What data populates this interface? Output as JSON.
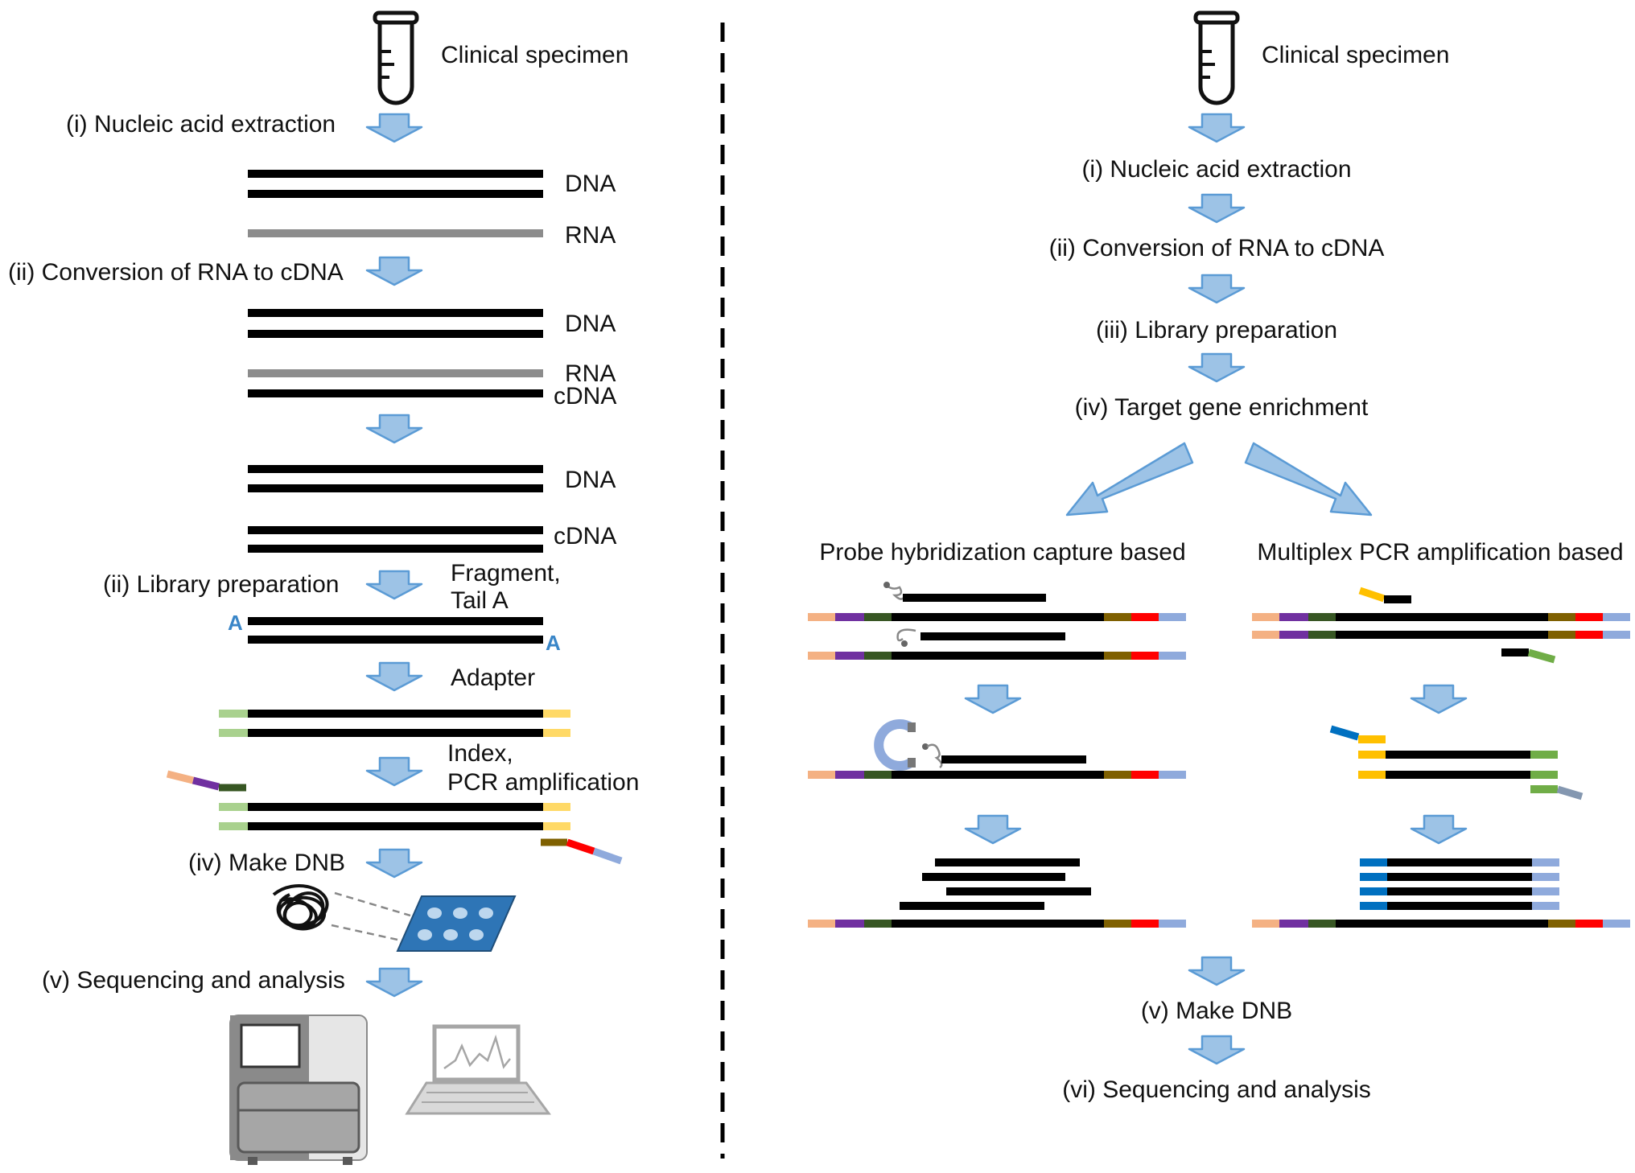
{
  "colors": {
    "arrow_fill": "#9dc3e6",
    "arrow_stroke": "#5b9bd5",
    "dna": "#000000",
    "rna": "#8c8c8c",
    "adapter_left": "#a9d18e",
    "adapter_right": "#ffd966",
    "index_peach": "#f4b183",
    "index_purple": "#7030a0",
    "index_dkgreen": "#375623",
    "index_olive": "#7f6000",
    "index_red": "#ff0000",
    "index_ltblue": "#8faadc",
    "primer_yellow": "#ffc000",
    "primer_green": "#70ad47",
    "primer_blue": "#0070c0",
    "chip_blue": "#2e75b6",
    "divider": "#000000"
  },
  "icons": [
    "test-tube-icon",
    "magnet-icon",
    "dnb-ball-icon",
    "flowcell-chip-icon",
    "sequencer-icon",
    "laptop-icon"
  ],
  "left": {
    "specimen": "Clinical specimen",
    "step1": "(i) Nucleic acid extraction",
    "dna1": "DNA",
    "rna1": "RNA",
    "step2": "(ii) Conversion of RNA to cDNA",
    "dna2": "DNA",
    "rna2": "RNA",
    "cdna2": "cDNA",
    "dna3": "DNA",
    "cdna3": "cDNA",
    "step3": "(ii) Library preparation",
    "fragment": "Fragment,",
    "tail": "Tail A",
    "a_label": "A",
    "adapter": "Adapter",
    "index": "Index,",
    "pcr": "PCR amplification",
    "step4": "(iv) Make DNB",
    "step5": "(v) Sequencing and analysis"
  },
  "right": {
    "specimen": "Clinical specimen",
    "step1": "(i) Nucleic acid extraction",
    "step2": "(ii) Conversion of RNA to cDNA",
    "step3": "(iii) Library preparation",
    "step4": "(iv) Target gene enrichment",
    "probe_title": "Probe hybridization capture based",
    "pcr_title": "Multiplex PCR amplification based",
    "step5": "(v) Make DNB",
    "step6": "(vi) Sequencing and analysis"
  }
}
